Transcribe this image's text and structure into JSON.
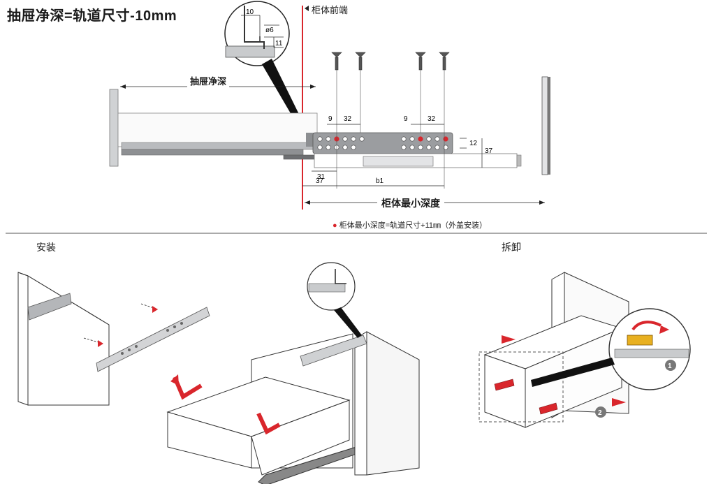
{
  "title": "抽屉净深=轨道尺寸-10mm",
  "cabinet_front_label": "柜体前端",
  "drawer_depth_label": "抽屉净深",
  "cabinet_min_depth_label": "柜体最小深度",
  "note": "柜体最小深度=轨道尺寸+11㎜（外盖安装）",
  "sections": {
    "install": "安装",
    "remove": "拆卸"
  },
  "dimensions": {
    "detail_10": "10",
    "detail_d6": "ø6",
    "detail_11": "11",
    "d9a": "9",
    "d32a": "32",
    "d9b": "9",
    "d32b": "32",
    "d12": "12",
    "d37v": "37",
    "d31": "31",
    "d37h": "37",
    "b1": "b1"
  },
  "step_numbers": {
    "one": "1",
    "two": "2"
  },
  "colors": {
    "accent_red": "#d9262c",
    "metal": "#a8aaad",
    "line": "#222222"
  }
}
